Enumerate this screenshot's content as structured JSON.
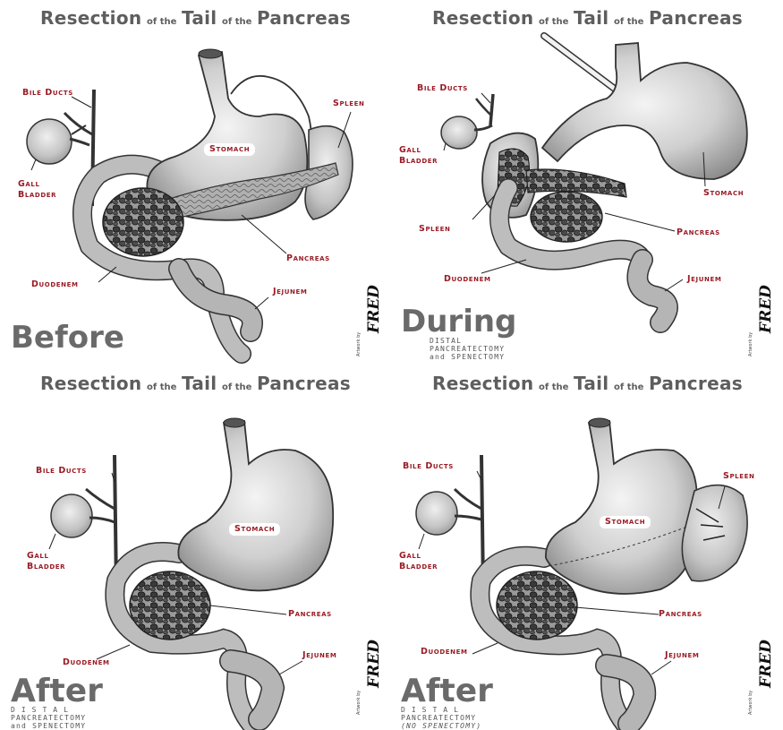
{
  "panels": [
    {
      "title": {
        "a": "Resection",
        "b": "of the",
        "c": "Tail",
        "d": "of the",
        "e": "Pancreas"
      },
      "phase": "Before",
      "labels": {
        "bile_ducts": "Bile Ducts",
        "gall_bladder_1": "Gall",
        "gall_bladder_2": "Bladder",
        "stomach": "Stomach",
        "spleen": "Spleen",
        "pancreas": "Pancreas",
        "duodenem": "Duodenem",
        "jejunem": "Jejunem"
      },
      "credit": "FRED",
      "credit_small": "Artwork by"
    },
    {
      "title": {
        "a": "Resection",
        "b": "of the",
        "c": "Tail",
        "d": "of the",
        "e": "Pancreas"
      },
      "phase": "During",
      "subtitle": [
        "DISTAL",
        "PANCREATECTOMY",
        "and SPENECTOMY"
      ],
      "labels": {
        "bile_ducts": "Bile Ducts",
        "gall_bladder_1": "Gall",
        "gall_bladder_2": "Bladder",
        "stomach": "Stomach",
        "spleen": "Spleen",
        "pancreas": "Pancreas",
        "duodenem": "Duodenem",
        "jejunem": "Jejunem"
      },
      "credit": "FRED",
      "credit_small": "Artwork by"
    },
    {
      "title": {
        "a": "Resection",
        "b": "of the",
        "c": "Tail",
        "d": "of the",
        "e": "Pancreas"
      },
      "phase": "After",
      "subtitle": [
        "DISTAL",
        "PANCREATECTOMY",
        "and SPENECTOMY"
      ],
      "labels": {
        "bile_ducts": "Bile Ducts",
        "gall_bladder_1": "Gall",
        "gall_bladder_2": "Bladder",
        "stomach": "Stomach",
        "pancreas": "Pancreas",
        "duodenem": "Duodenem",
        "jejunem": "Jejunem"
      },
      "credit": "FRED",
      "credit_small": "Artwork by"
    },
    {
      "title": {
        "a": "Resection",
        "b": "of the",
        "c": "Tail",
        "d": "of the",
        "e": "Pancreas"
      },
      "phase": "After",
      "subtitle": [
        "DISTAL",
        "PANCREATECTOMY",
        "(NO SPENECTOMY)"
      ],
      "labels": {
        "bile_ducts": "Bile Ducts",
        "gall_bladder_1": "Gall",
        "gall_bladder_2": "Bladder",
        "stomach": "Stomach",
        "spleen": "Spleen",
        "pancreas": "Pancreas",
        "duodenem": "Duodenem",
        "jejunem": "Jejunem"
      },
      "credit": "FRED",
      "credit_small": "Artwork by"
    }
  ],
  "colors": {
    "label": "#9a1b24",
    "title": "#5e5e5e",
    "organ": "#c9c9c9",
    "outline": "#2a2a2a"
  }
}
